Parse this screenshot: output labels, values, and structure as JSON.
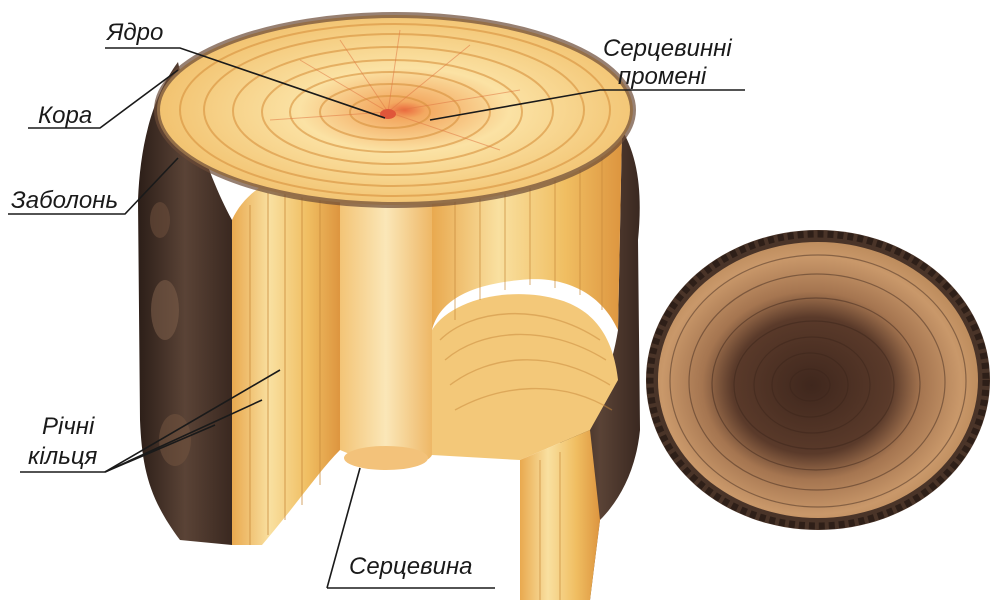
{
  "labels": {
    "core": "Ядро",
    "medullary_rays_line1": "Серцевинні",
    "medullary_rays_line2": "промені",
    "bark": "Кора",
    "sapwood": "Заболонь",
    "annual_rings_line1": "Річні",
    "annual_rings_line2": "кільця",
    "pith": "Серцевина"
  },
  "colors": {
    "wood_light": "#f7d98c",
    "wood_mid": "#eeb85a",
    "wood_dark": "#d98a3a",
    "pith_glow": "#e8643a",
    "bark_dark": "#3e2a22",
    "bark_mid": "#6b5040",
    "slice_sap": "#c7955f",
    "slice_heart": "#4b3024",
    "leader_line": "#1a1a1a"
  }
}
